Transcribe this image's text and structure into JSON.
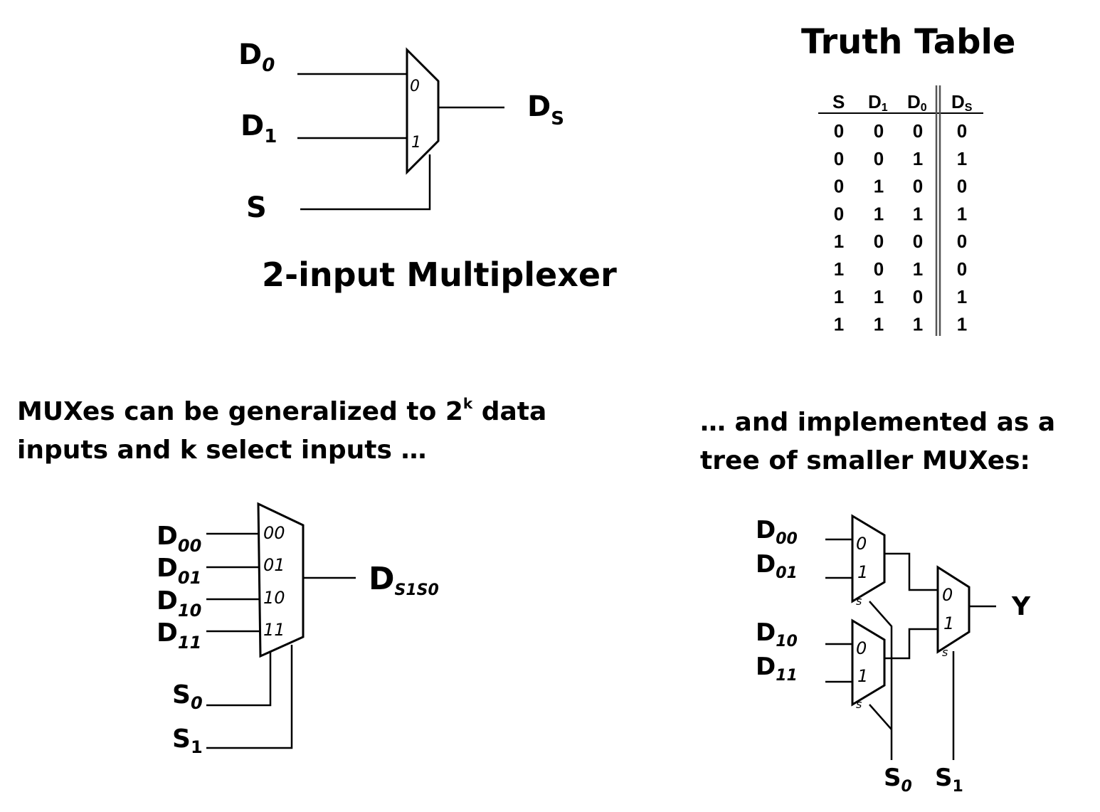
{
  "mux2": {
    "inputs": [
      {
        "base": "D",
        "sub": "0"
      },
      {
        "base": "D",
        "sub": "1"
      }
    ],
    "select": {
      "base": "S",
      "sub": ""
    },
    "output": {
      "base": "D",
      "sub": "S"
    },
    "pin_labels": [
      "0",
      "1"
    ],
    "caption": "2-input Multiplexer"
  },
  "truth_table": {
    "title": "Truth Table",
    "headers": [
      {
        "base": "S",
        "sub": ""
      },
      {
        "base": "D",
        "sub": "1"
      },
      {
        "base": "D",
        "sub": "0"
      },
      {
        "base": "D",
        "sub": "S"
      }
    ],
    "rows": [
      [
        "0",
        "0",
        "0",
        "0"
      ],
      [
        "0",
        "0",
        "1",
        "1"
      ],
      [
        "0",
        "1",
        "0",
        "0"
      ],
      [
        "0",
        "1",
        "1",
        "1"
      ],
      [
        "1",
        "0",
        "0",
        "0"
      ],
      [
        "1",
        "0",
        "1",
        "0"
      ],
      [
        "1",
        "1",
        "0",
        "1"
      ],
      [
        "1",
        "1",
        "1",
        "1"
      ]
    ]
  },
  "generalize_text": {
    "line1_pre": "MUXes can be generalized to 2",
    "line1_sup": "k",
    "line1_post": " data",
    "line2": "inputs and k select inputs …"
  },
  "tree_text": {
    "line1": "… and implemented as a",
    "line2": "tree of smaller MUXes:"
  },
  "mux4": {
    "inputs": [
      {
        "base": "D",
        "sub": "00"
      },
      {
        "base": "D",
        "sub": "01"
      },
      {
        "base": "D",
        "sub": "10"
      },
      {
        "base": "D",
        "sub": "11"
      }
    ],
    "pin_labels": [
      "00",
      "01",
      "10",
      "11"
    ],
    "output": {
      "base": "D",
      "sub": "S1S0"
    },
    "selects": [
      {
        "base": "S",
        "sub": "0"
      },
      {
        "base": "S",
        "sub": "1"
      }
    ]
  },
  "mux_tree": {
    "inputs": [
      {
        "base": "D",
        "sub": "00"
      },
      {
        "base": "D",
        "sub": "01"
      },
      {
        "base": "D",
        "sub": "10"
      },
      {
        "base": "D",
        "sub": "11"
      }
    ],
    "pin_labels": [
      "0",
      "1"
    ],
    "select_pin": "s",
    "output": "Y",
    "selects": [
      {
        "base": "S",
        "sub": "0"
      },
      {
        "base": "S",
        "sub": "1"
      }
    ]
  }
}
